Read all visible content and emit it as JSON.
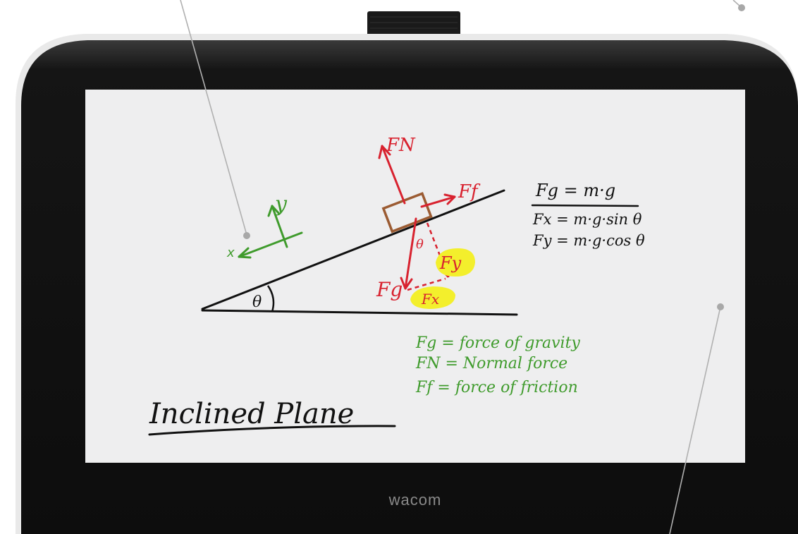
{
  "device": {
    "brand_logo": "wacom",
    "colors": {
      "bezel": "#121212",
      "screen": "#eeeeef",
      "ink_black": "#111111",
      "ink_red": "#d8222f",
      "ink_green": "#3f9b2c",
      "ink_brown": "#9b5b32",
      "highlight": "#f3ef2c",
      "callout": "#a8a8a8"
    }
  },
  "drawing": {
    "title": "Inclined Plane",
    "axes": {
      "y_label": "y",
      "x_label": "x"
    },
    "angle_label": "θ",
    "block_angle_label": "θ",
    "force_labels": {
      "normal": "FN",
      "friction": "Ff",
      "gravity": "Fg",
      "component_y": "Fy",
      "component_x": "Fx"
    },
    "equations": [
      "Fg = m·g",
      "Fx = m·g·sin θ",
      "Fy = m·g·cos θ"
    ],
    "legend": [
      "Fg = force of gravity",
      "FN = Normal force",
      "Ff = force of friction"
    ]
  }
}
